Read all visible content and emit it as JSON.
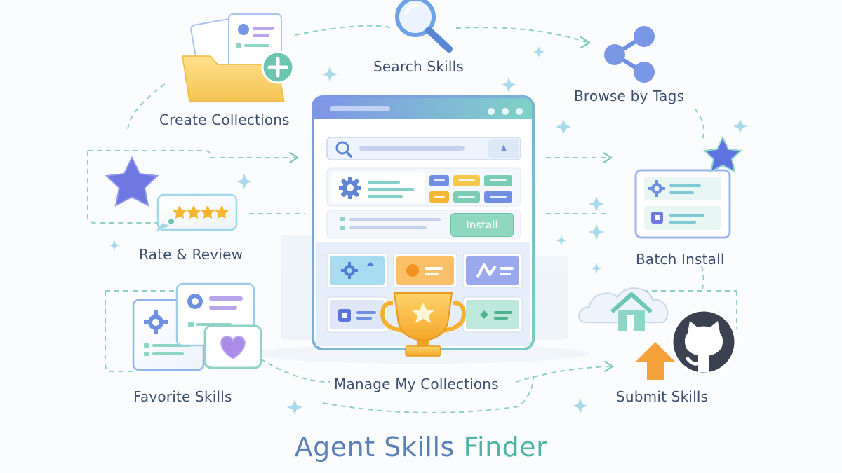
{
  "title": {
    "part1": "Agent Skills",
    "part2": "Finder"
  },
  "features": {
    "search_skills": "Search Skills",
    "browse_by_tags": "Browse by Tags",
    "create_collections": "Create Collections",
    "rate_review": "Rate & Review",
    "batch_install": "Batch Install",
    "favorite_skills": "Favorite Skills",
    "manage_collections": "Manage My Collections",
    "submit_skills": "Submit Skills"
  },
  "app_window": {
    "install_button": "Install"
  },
  "colors": {
    "primary_blue": "#6f8fe0",
    "teal": "#6cc4b0",
    "star_purple": "#6f78e0",
    "star_gold": "#f6b531",
    "folder_yellow": "#f7cf6b",
    "heart_purple": "#a98be8",
    "upload_orange": "#f6a23a",
    "github_dark": "#3a4150"
  },
  "icons": [
    "magnifier-icon",
    "share-icon",
    "folder-plus-icon",
    "star-icon",
    "rating-card-icon",
    "heart-icon",
    "github-icon",
    "cloud-house-icon",
    "upload-arrow-icon",
    "trophy-icon",
    "gear-icon"
  ]
}
